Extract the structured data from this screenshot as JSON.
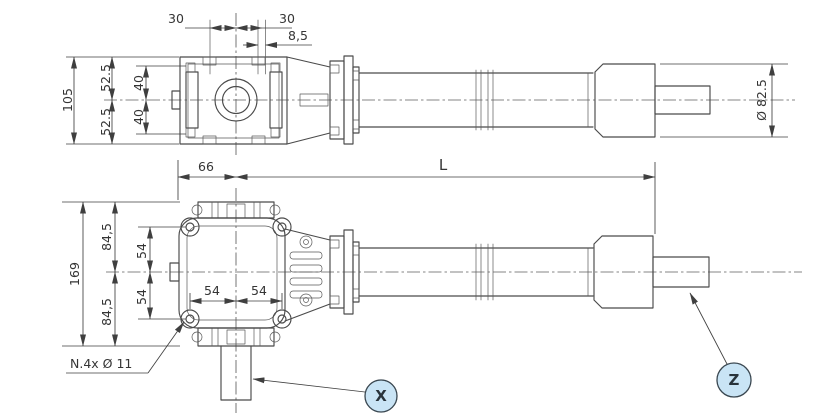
{
  "drawing": {
    "top_view": {
      "dim_pitch_left": "30",
      "dim_pitch_right": "30",
      "dim_slot_width": "8,5",
      "dim_overall_height": "105",
      "dim_half_height_upper": "52.5",
      "dim_half_height_lower": "52.5",
      "dim_bolt_upper": "40",
      "dim_bolt_lower": "40",
      "dim_end_diameter": "Ø 82.5"
    },
    "length_row": {
      "dim_head": "66",
      "dim_overall": "L"
    },
    "front_view": {
      "dim_overall_height": "169",
      "dim_half_upper": "84,5",
      "dim_half_lower": "84,5",
      "dim_hole_vert_upper": "54",
      "dim_hole_vert_lower": "54",
      "dim_hole_horiz_left": "54",
      "dim_hole_horiz_right": "54",
      "holes_note": "N.4x Ø 11"
    },
    "balloons": {
      "x": "X",
      "z": "Z"
    },
    "colors": {
      "balloon_fill": "#c9e4f5",
      "balloon_stroke": "#3a4750",
      "line": "#4a4a4a"
    }
  }
}
